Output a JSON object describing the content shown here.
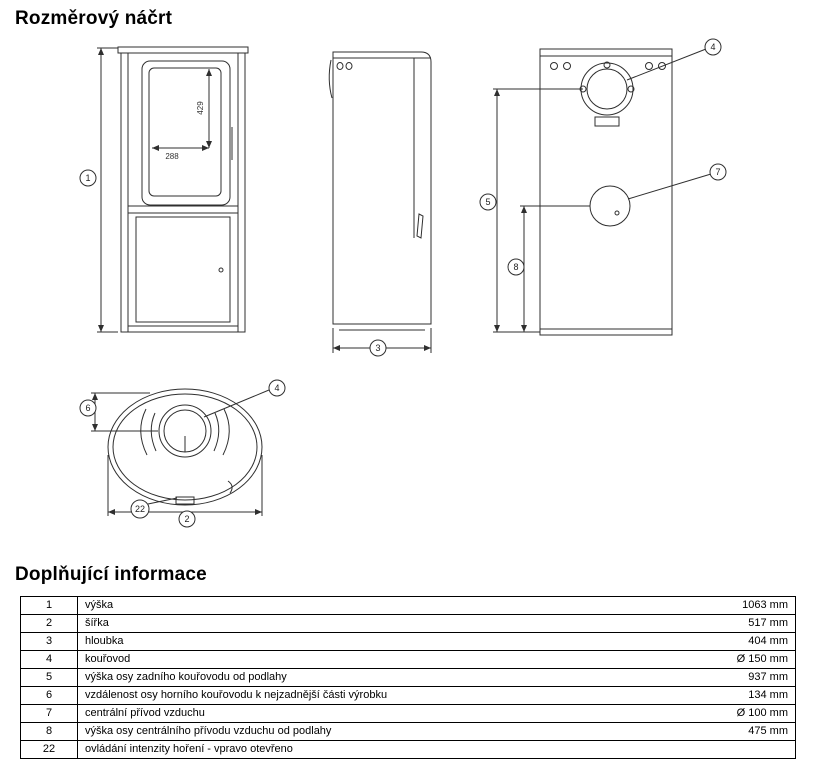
{
  "titles": {
    "drawing": "Rozměrový náčrt",
    "info": "Doplňující informace"
  },
  "drawing": {
    "balloons": {
      "height": "1",
      "width": "2",
      "depth": "3",
      "flue": "4",
      "flue_top": "4",
      "rear_flue_height": "5",
      "top_flue_offset": "6",
      "air_inlet": "7",
      "air_inlet_height": "8",
      "burn_control": "22"
    },
    "dims": {
      "glass_width": "288",
      "glass_height": "429"
    }
  },
  "table": {
    "rows": [
      {
        "num": "1",
        "label": "výška",
        "value": "1063 mm"
      },
      {
        "num": "2",
        "label": "šířka",
        "value": "517 mm"
      },
      {
        "num": "3",
        "label": "hloubka",
        "value": "404 mm"
      },
      {
        "num": "4",
        "label": "kouřovod",
        "value": "Ø 150 mm"
      },
      {
        "num": "5",
        "label": "výška osy zadního kouřovodu od podlahy",
        "value": "937 mm"
      },
      {
        "num": "6",
        "label": "vzdálenost osy horního kouřovodu k nejzadnější části výrobku",
        "value": "134 mm"
      },
      {
        "num": "7",
        "label": "centrální přívod vzduchu",
        "value": "Ø 100 mm"
      },
      {
        "num": "8",
        "label": "výška osy centrálního přívodu vzduchu od podlahy",
        "value": "475 mm"
      },
      {
        "num": "22",
        "label": "ovládání intenzity hoření - vpravo otevřeno",
        "value": ""
      }
    ]
  }
}
